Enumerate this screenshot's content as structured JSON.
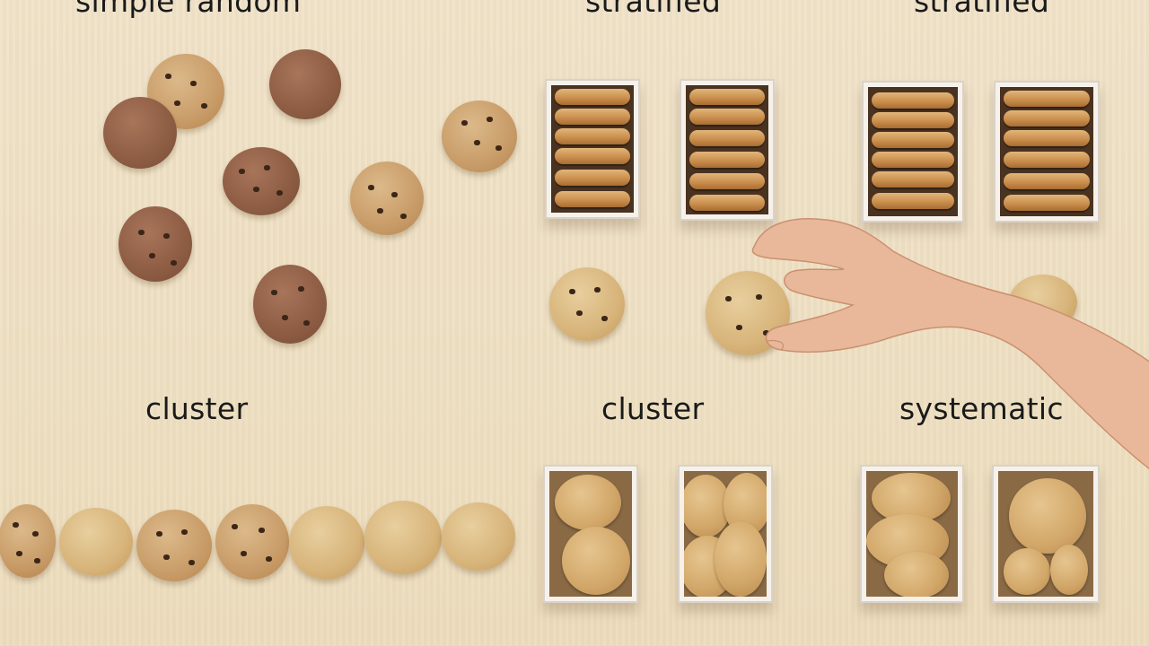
{
  "labels": {
    "top_left": "simple random",
    "top_middle": "stratified",
    "top_right": "stratified",
    "bottom_left": "cluster",
    "bottom_middle": "cluster",
    "bottom_right": "systematic"
  },
  "colors": {
    "table": "#efe1c4",
    "text": "#1a1a1a",
    "cookie_dark": "#8f5e45",
    "cookie_tan": "#c89c68",
    "box": "#f6f1ea"
  },
  "icons": [
    "cookie",
    "cookie-box",
    "hand"
  ]
}
